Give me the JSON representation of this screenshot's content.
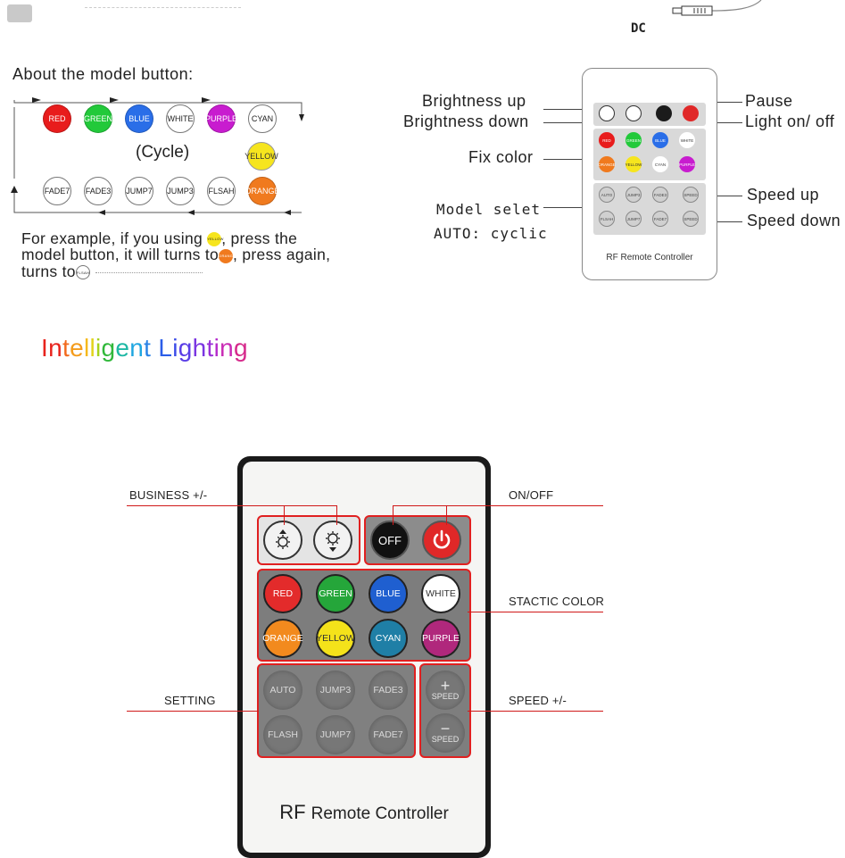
{
  "top_left": {
    "title": "About the model button:",
    "cycle_label": "(Cycle)",
    "row1": [
      {
        "label": "RED",
        "color": "#e81c1c"
      },
      {
        "label": "GREEN",
        "color": "#22c93a"
      },
      {
        "label": "BLUE",
        "color": "#2a6ee8"
      },
      {
        "label": "WHITE",
        "color": "#ffffff"
      },
      {
        "label": "PURPLE",
        "color": "#c81ccf"
      },
      {
        "label": "CYAN",
        "color": "#ffffff"
      }
    ],
    "row2": [
      {
        "label": "FADE7",
        "color": "#ffffff"
      },
      {
        "label": "FADE3",
        "color": "#ffffff"
      },
      {
        "label": "JUMP7",
        "color": "#ffffff"
      },
      {
        "label": "JUMP3",
        "color": "#ffffff"
      },
      {
        "label": "FLSAH",
        "color": "#ffffff"
      },
      {
        "label": "ORANGE",
        "color": "#f07a1e"
      }
    ],
    "yellow": {
      "label": "YELLOW",
      "color": "#f6e51e"
    },
    "example_line1a": "For example, if you using",
    "example_line1b": ", press the",
    "example_line2a": "model button, it will turns to",
    "example_line2b": ", press again,",
    "example_line3": "turns to",
    "mini_yellow": "YELLOW",
    "mini_orange": "ORANGE",
    "mini_flsah": "FLSAH"
  },
  "top_right": {
    "dc_label": "DC",
    "callouts": {
      "brightness_up": "Brightness up",
      "brightness_down": "Brightness down",
      "fix_color": "Fix color",
      "model_select": "Model selet",
      "auto": "AUTO: cyclic",
      "pause": "Pause",
      "light_onoff": "Light on/ off",
      "speed_up": "Speed up",
      "speed_down": "Speed down"
    },
    "remote_title": "RF Remote Controller",
    "color_buttons": [
      "RED",
      "GREEN",
      "BLUE",
      "WHITE",
      "ORANGE",
      "YELLOW",
      "CYAN",
      "PURPLE"
    ],
    "mode_buttons": [
      "AUTO",
      "JUMP3",
      "FADE3",
      "FLSAH",
      "JUMP7",
      "FADE7"
    ],
    "speed_buttons": [
      "SPEED",
      "SPEED"
    ]
  },
  "heading": {
    "letters": [
      {
        "c": "I",
        "color": "#e8231d"
      },
      {
        "c": "n",
        "color": "#e8231d"
      },
      {
        "c": "t",
        "color": "#f26a1d"
      },
      {
        "c": "e",
        "color": "#f49c1c"
      },
      {
        "c": "l",
        "color": "#f5b91b"
      },
      {
        "c": "l",
        "color": "#e2d31a"
      },
      {
        "c": "i",
        "color": "#a5d21c"
      },
      {
        "c": "g",
        "color": "#30b83a"
      },
      {
        "c": "e",
        "color": "#1fb8a5"
      },
      {
        "c": "n",
        "color": "#1fa6e0"
      },
      {
        "c": "t",
        "color": "#2a82e6"
      },
      {
        "c": " ",
        "color": "#000"
      },
      {
        "c": "L",
        "color": "#2b5ee8"
      },
      {
        "c": "i",
        "color": "#3a4be8"
      },
      {
        "c": "g",
        "color": "#5a3ee6"
      },
      {
        "c": "h",
        "color": "#7a35e2"
      },
      {
        "c": "t",
        "color": "#9a2fd8"
      },
      {
        "c": "i",
        "color": "#b52ccc"
      },
      {
        "c": "n",
        "color": "#c92ab4"
      },
      {
        "c": "g",
        "color": "#d62a8c"
      }
    ]
  },
  "big_remote": {
    "labels": {
      "business": "BUSINESS +/-",
      "onoff": "ON/OFF",
      "static_color": "STACTIC COLOR",
      "setting": "SETTING",
      "speed": "SPEED +/-"
    },
    "off_label": "OFF",
    "colors": [
      {
        "label": "RED",
        "color": "#e32b2b",
        "text": "#fff"
      },
      {
        "label": "GREEN",
        "color": "#25a63a",
        "text": "#fff"
      },
      {
        "label": "BLUE",
        "color": "#1f5fd0",
        "text": "#fff"
      },
      {
        "label": "WHITE",
        "color": "#ffffff",
        "text": "#333"
      },
      {
        "label": "ORANGE",
        "color": "#f28a1e",
        "text": "#fff"
      },
      {
        "label": "YELLOW",
        "color": "#f4e21a",
        "text": "#333"
      },
      {
        "label": "CYAN",
        "color": "#1f7fa6",
        "text": "#fff"
      },
      {
        "label": "PURPLE",
        "color": "#b0287c",
        "text": "#fff"
      }
    ],
    "settings": [
      "AUTO",
      "JUMP3",
      "FADE3",
      "FLASH",
      "JUMP7",
      "FADE7"
    ],
    "speed_plus": "+",
    "speed_minus": "−",
    "speed_text": "SPEED",
    "title_rf": "RF",
    "title_rest": "Remote Controller"
  }
}
